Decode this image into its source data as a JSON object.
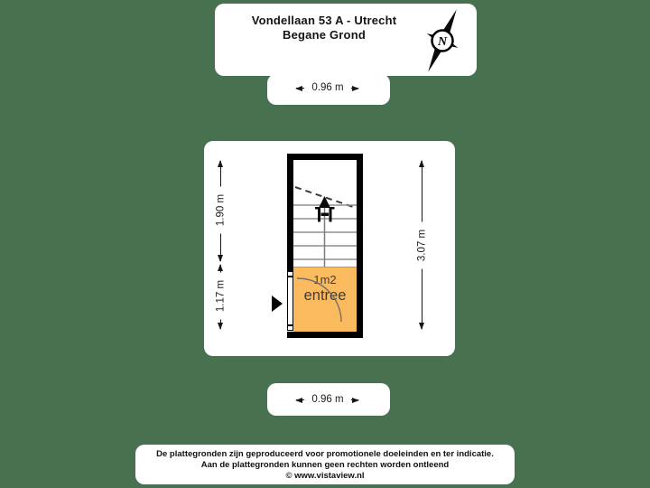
{
  "colors": {
    "background": "#47714F",
    "panel": "#FFFFFF",
    "wall": "#000000",
    "room_fill": "#FBBA5E",
    "stair_tread_line": "#8F8F8F"
  },
  "header": {
    "title": "Vondellaan 53 A - Utrecht",
    "subtitle": "Begane Grond"
  },
  "compass": {
    "north_label": "N"
  },
  "dimensions": {
    "top": "0.96 m",
    "left_upper": "1.90 m",
    "left_lower": "1.17 m",
    "right": "3.07 m",
    "bottom": "0.96 m"
  },
  "floorplan": {
    "room": {
      "area": "1m2",
      "name": "entree"
    }
  },
  "footer": {
    "line1": "De plattegronden zijn geproduceerd voor promotionele doeleinden en ter indicatie.",
    "line2": "Aan de plattegronden kunnen geen rechten worden ontleend",
    "line3": "© www.vistaview.nl"
  }
}
